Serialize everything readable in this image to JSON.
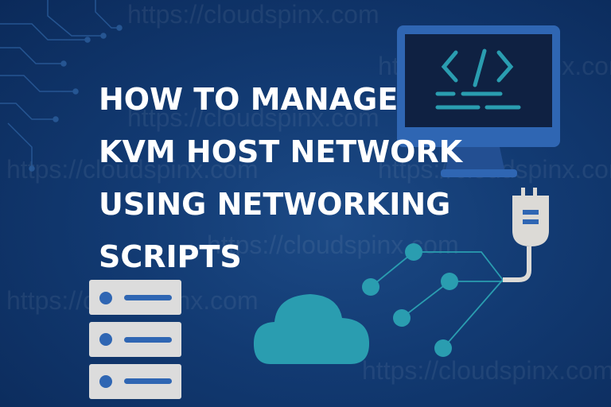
{
  "title_lines": [
    "HOW TO MANAGE",
    "KVM HOST NETWORK",
    "USING NETWORKING",
    "SCRIPTS"
  ],
  "watermark": "https://cloudspinx.com",
  "code_symbol": "</>",
  "colors": {
    "background": "#123a72",
    "accent": "#2a9db0",
    "monitor": "#2f66b3",
    "screen": "#0f2142",
    "server": "#dcdcdc",
    "server_accent": "#2f66b3",
    "plug": "#dcdad6"
  }
}
